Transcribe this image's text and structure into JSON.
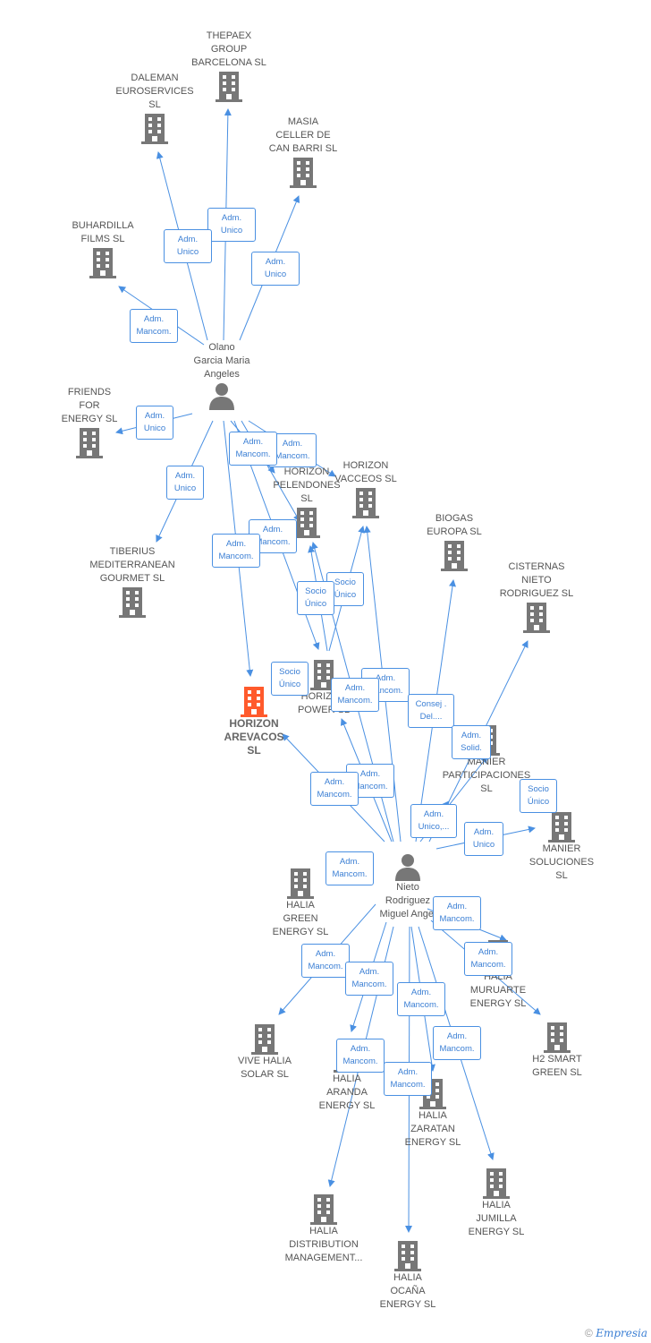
{
  "colors": {
    "edge": "#4a90e2",
    "node": "#777777",
    "focus": "#ff5a2c"
  },
  "people": {
    "olano": {
      "name": "Olano\nGarcia Maria\nAngeles"
    },
    "nieto": {
      "name": "Nieto\nRodriguez\nMiguel Angel"
    }
  },
  "companies": {
    "thepaex": "THEPAEX\nGROUP\nBARCELONA  SL",
    "daleman": "DALEMAN\nEUROSERVICES\nSL",
    "masia": "MASIA\nCELLER DE\nCAN BARRI  SL",
    "buhardilla": "BUHARDILLA\nFILMS  SL",
    "friends": "FRIENDS\nFOR\nENERGY  SL",
    "tiberius": "TIBERIUS\nMEDITERRANEAN\nGOURMET  SL",
    "pelendones": "HORIZON\nPELENDONES\nSL",
    "vacceos": "HORIZON\nVACCEOS  SL",
    "biogas": "BIOGAS\nEUROPA  SL",
    "cisternas": "CISTERNAS\nNIETO\nRODRIGUEZ SL",
    "arevacos": "HORIZON\nAREVACOS\nSL",
    "power": "HORIZON\nPOWER  SL",
    "manierpart": "MANIER\nPARTICIPACIONES\nSL",
    "maniersol": "MANIER\nSOLUCIONES\nSL",
    "haliagreen": "HALIA\nGREEN\nENERGY  SL",
    "muruarte": "HALIA\nMURUARTE\nENERGY  SL",
    "vive": "VIVE HALIA\nSOLAR  SL",
    "aranda": "HALIA\nARANDA\nENERGY  SL",
    "h2": "H2 SMART\nGREEN  SL",
    "zaratan": "HALIA\nZARATAN\nENERGY  SL",
    "distribution": "HALIA\nDISTRIBUTION\nMANAGEMENT...",
    "jumilla": "HALIA\nJUMILLA\nENERGY  SL",
    "ocana": "HALIA\nOCAÑA\nENERGY  SL"
  },
  "edge_labels": {
    "e1": "Adm.\nUnico",
    "e2": "Adm.\nUnico",
    "e3": "Adm.\nUnico",
    "e4": "Adm.\nMancom.",
    "e5": "Adm.\nUnico",
    "e6": "Adm.\nUnico",
    "e7": "Adm.\nMancom.",
    "e8": "Adm.\nMancom.",
    "e9": "Adm.\nMancom.",
    "e10": "Adm.\nMancom.",
    "e11": "Socio\nÚnico",
    "e12": "Socio\nÚnico",
    "e13": "Socio\nÚnico",
    "e14": "Adm.\nMancom.",
    "e15": "Adm.\nMancom.",
    "e16": "Consej .\nDel....",
    "e17": "Adm.\nSolid.",
    "e18": "Adm.\nMancom.",
    "e19": "Adm.\nMancom.",
    "e20": "Socio\nÚnico",
    "e21": "Adm.\nUnico,...",
    "e22": "Adm.\nUnico",
    "e23": "Adm.\nMancom.",
    "e24": "Adm.\nMancom.",
    "e25": "Adm.\nMancom.",
    "e26": "Adm.\nMancom.",
    "e27": "Adm.\nMancom.",
    "e28": "Adm.\nMancom.",
    "e29": "Adm.\nMancom.",
    "e30": "Adm.\nMancom.",
    "e31": "Adm.\nMancom."
  },
  "footer": {
    "copyright": "©",
    "brand": "Empresia"
  }
}
